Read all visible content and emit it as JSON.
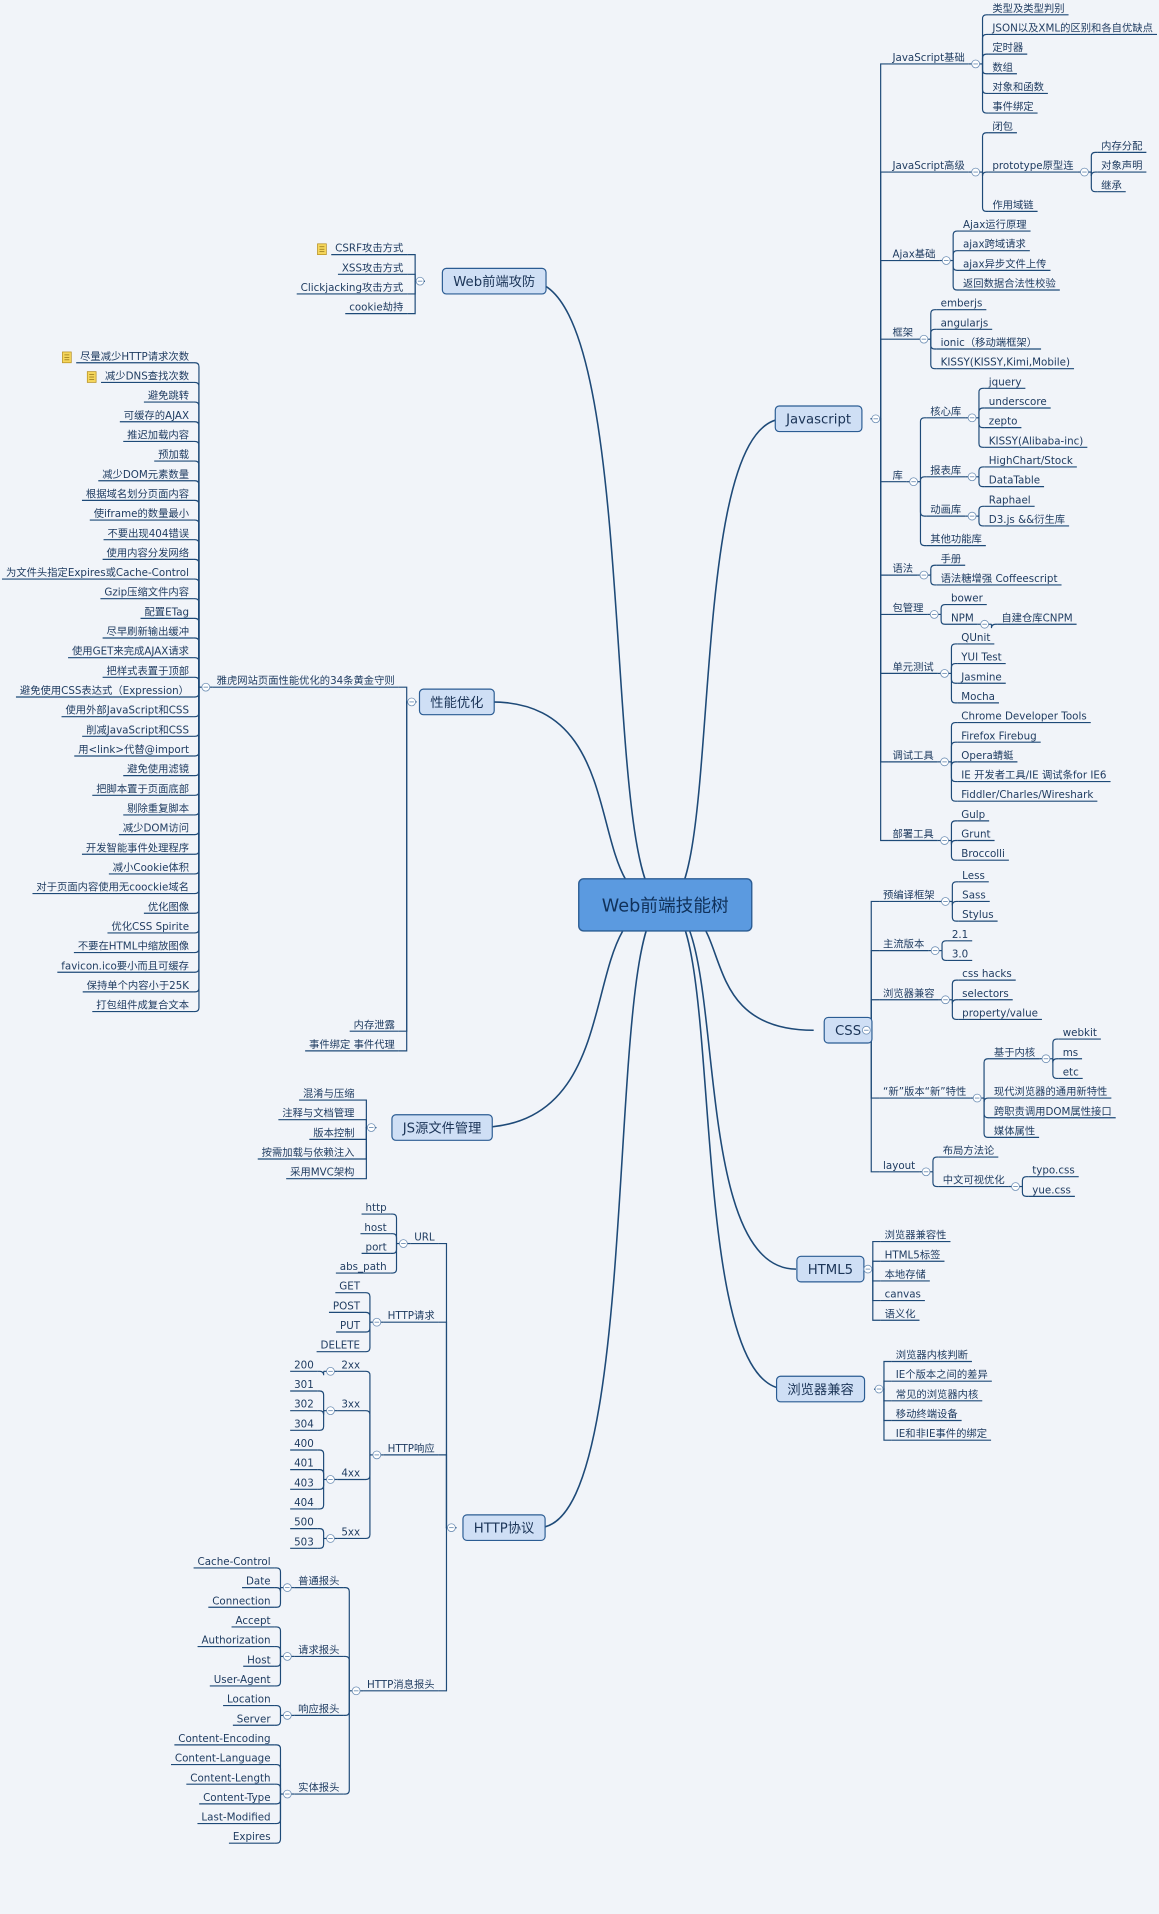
{
  "root": "Web前端技能树",
  "tree": {
    "right": [
      {
        "label": "Javascript",
        "children": [
          {
            "label": "JavaScript基础",
            "children": [
              {
                "label": "类型及类型判别"
              },
              {
                "label": "JSON以及XML的区别和各自优缺点"
              },
              {
                "label": "定时器"
              },
              {
                "label": "数组"
              },
              {
                "label": "对象和函数"
              },
              {
                "label": "事件绑定"
              }
            ]
          },
          {
            "label": "JavaScript高级",
            "children": [
              {
                "label": "闭包"
              },
              {
                "label": "prototype原型连",
                "children": [
                  {
                    "label": "内存分配"
                  },
                  {
                    "label": "对象声明"
                  },
                  {
                    "label": "继承"
                  }
                ]
              },
              {
                "label": "作用域链"
              }
            ]
          },
          {
            "label": "Ajax基础",
            "children": [
              {
                "label": "Ajax运行原理"
              },
              {
                "label": "ajax跨域请求"
              },
              {
                "label": "ajax异步文件上传"
              },
              {
                "label": "返回数据合法性校验"
              }
            ]
          },
          {
            "label": "框架",
            "children": [
              {
                "label": "emberjs"
              },
              {
                "label": "angularjs"
              },
              {
                "label": "ionic（移动端框架）"
              },
              {
                "label": "KISSY(KISSY,Kimi,Mobile)"
              }
            ]
          },
          {
            "label": "库",
            "children": [
              {
                "label": "核心库",
                "children": [
                  {
                    "label": "jquery"
                  },
                  {
                    "label": "underscore"
                  },
                  {
                    "label": "zepto"
                  },
                  {
                    "label": "KISSY(Alibaba-inc)"
                  }
                ]
              },
              {
                "label": "报表库",
                "children": [
                  {
                    "label": "HighChart/Stock"
                  },
                  {
                    "label": "DataTable"
                  }
                ]
              },
              {
                "label": "动画库",
                "children": [
                  {
                    "label": "Raphael"
                  },
                  {
                    "label": "D3.js &&衍生库"
                  }
                ]
              },
              {
                "label": "其他功能库"
              }
            ]
          },
          {
            "label": "语法",
            "children": [
              {
                "label": "手册"
              },
              {
                "label": "语法糖增强 Coffeescript"
              }
            ]
          },
          {
            "label": "包管理",
            "children": [
              {
                "label": "bower"
              },
              {
                "label": "NPM",
                "children": [
                  {
                    "label": "自建仓库CNPM"
                  }
                ]
              }
            ]
          },
          {
            "label": "单元测试",
            "children": [
              {
                "label": "QUnit"
              },
              {
                "label": "YUI Test"
              },
              {
                "label": "Jasmine"
              },
              {
                "label": "Mocha"
              }
            ]
          },
          {
            "label": "调试工具",
            "children": [
              {
                "label": "Chrome Developer Tools"
              },
              {
                "label": "Firefox Firebug"
              },
              {
                "label": "Opera蜻蜓"
              },
              {
                "label": "IE 开发者工具/IE 调试条for IE6"
              },
              {
                "label": "Fiddler/Charles/Wireshark"
              }
            ]
          },
          {
            "label": "部署工具",
            "children": [
              {
                "label": "Gulp"
              },
              {
                "label": "Grunt"
              },
              {
                "label": "Broccolli"
              }
            ]
          }
        ]
      },
      {
        "label": "CSS",
        "children": [
          {
            "label": "预编译框架",
            "children": [
              {
                "label": "Less"
              },
              {
                "label": "Sass"
              },
              {
                "label": "Stylus"
              }
            ]
          },
          {
            "label": "主流版本",
            "children": [
              {
                "label": "2.1"
              },
              {
                "label": "3.0"
              }
            ]
          },
          {
            "label": "浏览器兼容",
            "children": [
              {
                "label": "css hacks"
              },
              {
                "label": "selectors"
              },
              {
                "label": "property/value"
              }
            ]
          },
          {
            "label": "“新”版本“新”特性",
            "children": [
              {
                "label": "基于内核",
                "children": [
                  {
                    "label": "webkit"
                  },
                  {
                    "label": "ms"
                  },
                  {
                    "label": "etc"
                  }
                ]
              },
              {
                "label": "现代浏览器的通用新特性"
              },
              {
                "label": "跨职责调用DOM属性接口"
              },
              {
                "label": "媒体属性"
              }
            ]
          },
          {
            "label": "layout",
            "children": [
              {
                "label": "布局方法论"
              },
              {
                "label": "中文可视优化",
                "children": [
                  {
                    "label": "typo.css"
                  },
                  {
                    "label": "yue.css"
                  }
                ]
              }
            ]
          }
        ]
      },
      {
        "label": "HTML5",
        "children": [
          {
            "label": "浏览器兼容性"
          },
          {
            "label": "HTML5标签"
          },
          {
            "label": "本地存储"
          },
          {
            "label": "canvas"
          },
          {
            "label": "语义化"
          }
        ]
      },
      {
        "label": "浏览器兼容",
        "children": [
          {
            "label": "浏览器内核判断"
          },
          {
            "label": "IE个版本之间的差异"
          },
          {
            "label": "常见的浏览器内核"
          },
          {
            "label": "移动终端设备"
          },
          {
            "label": "IE和非IE事件的绑定"
          }
        ]
      }
    ],
    "left": [
      {
        "label": "Web前端攻防",
        "children": [
          {
            "label": "CSRF攻击方式"
          },
          {
            "label": "XSS攻击方式"
          },
          {
            "label": "Clickjacking攻击方式"
          },
          {
            "label": "cookie劫持"
          }
        ]
      },
      {
        "label": "性能优化",
        "children": [
          {
            "label": "雅虎网站页面性能优化的34条黄金守则",
            "children": [
              {
                "label": "尽量减少HTTP请求次数"
              },
              {
                "label": "减少DNS查找次数"
              },
              {
                "label": "避免跳转"
              },
              {
                "label": "可缓存的AJAX"
              },
              {
                "label": "推迟加载内容"
              },
              {
                "label": "预加载"
              },
              {
                "label": "减少DOM元素数量"
              },
              {
                "label": "根据域名划分页面内容"
              },
              {
                "label": "使iframe的数量最小"
              },
              {
                "label": "不要出现404错误"
              },
              {
                "label": "使用内容分发网络"
              },
              {
                "label": "为文件头指定Expires或Cache-Control"
              },
              {
                "label": "Gzip压缩文件内容"
              },
              {
                "label": "配置ETag"
              },
              {
                "label": "尽早刷新输出缓冲"
              },
              {
                "label": "使用GET来完成AJAX请求"
              },
              {
                "label": "把样式表置于顶部"
              },
              {
                "label": "避免使用CSS表达式（Expression）"
              },
              {
                "label": "使用外部JavaScript和CSS"
              },
              {
                "label": "削减JavaScript和CSS"
              },
              {
                "label": "用<link>代替@import"
              },
              {
                "label": "避免使用滤镜"
              },
              {
                "label": "把脚本置于页面底部"
              },
              {
                "label": "剔除重复脚本"
              },
              {
                "label": "减少DOM访问"
              },
              {
                "label": "开发智能事件处理程序"
              },
              {
                "label": "减小Cookie体积"
              },
              {
                "label": "对于页面内容使用无coockie域名"
              },
              {
                "label": "优化图像"
              },
              {
                "label": "优化CSS Spirite"
              },
              {
                "label": "不要在HTML中缩放图像"
              },
              {
                "label": "favicon.ico要小而且可缓存"
              },
              {
                "label": "保持单个内容小于25K"
              },
              {
                "label": "打包组件成复合文本"
              }
            ]
          },
          {
            "label": "内存泄露"
          },
          {
            "label": "事件绑定 事件代理"
          }
        ]
      },
      {
        "label": "JS源文件管理",
        "children": [
          {
            "label": "混淆与压缩"
          },
          {
            "label": "注释与文档管理"
          },
          {
            "label": "版本控制"
          },
          {
            "label": "按需加载与依赖注入"
          },
          {
            "label": "采用MVC架构"
          }
        ]
      },
      {
        "label": "HTTP协议",
        "children": [
          {
            "label": "URL",
            "children": [
              {
                "label": "http"
              },
              {
                "label": "host"
              },
              {
                "label": "port"
              },
              {
                "label": "abs_path"
              }
            ]
          },
          {
            "label": "HTTP请求",
            "children": [
              {
                "label": "GET"
              },
              {
                "label": "POST"
              },
              {
                "label": "PUT"
              },
              {
                "label": "DELETE"
              }
            ]
          },
          {
            "label": "HTTP响应",
            "children": [
              {
                "label": "2xx",
                "children": [
                  {
                    "label": "200"
                  }
                ]
              },
              {
                "label": "3xx",
                "children": [
                  {
                    "label": "301"
                  },
                  {
                    "label": "302"
                  },
                  {
                    "label": "304"
                  }
                ]
              },
              {
                "label": "4xx",
                "children": [
                  {
                    "label": "400"
                  },
                  {
                    "label": "401"
                  },
                  {
                    "label": "403"
                  },
                  {
                    "label": "404"
                  }
                ]
              },
              {
                "label": "5xx",
                "children": [
                  {
                    "label": "500"
                  },
                  {
                    "label": "503"
                  }
                ]
              }
            ]
          },
          {
            "label": "HTTP消息报头",
            "children": [
              {
                "label": "普通报头",
                "children": [
                  {
                    "label": "Cache-Control"
                  },
                  {
                    "label": "Date"
                  },
                  {
                    "label": "Connection"
                  }
                ]
              },
              {
                "label": "请求报头",
                "children": [
                  {
                    "label": "Accept"
                  },
                  {
                    "label": "Authorization"
                  },
                  {
                    "label": "Host"
                  },
                  {
                    "label": "User-Agent"
                  }
                ]
              },
              {
                "label": "响应报头",
                "children": [
                  {
                    "label": "Location"
                  },
                  {
                    "label": "Server"
                  }
                ]
              },
              {
                "label": "实体报头",
                "children": [
                  {
                    "label": "Content-Encoding"
                  },
                  {
                    "label": "Content-Language"
                  },
                  {
                    "label": "Content-Length"
                  },
                  {
                    "label": "Content-Type"
                  },
                  {
                    "label": "Last-Modified"
                  },
                  {
                    "label": "Expires"
                  }
                ]
              }
            ]
          }
        ]
      }
    ]
  },
  "colors": {
    "background": "#f1f4f9",
    "line": "#1e4a78",
    "root_fill": "#5b9ae0",
    "main_fill": "#cfdff5",
    "text": "#1d3a5f"
  },
  "notes": [
    "CSRF攻击方式",
    "尽量减少HTTP请求次数",
    "减少DNS查找次数"
  ]
}
